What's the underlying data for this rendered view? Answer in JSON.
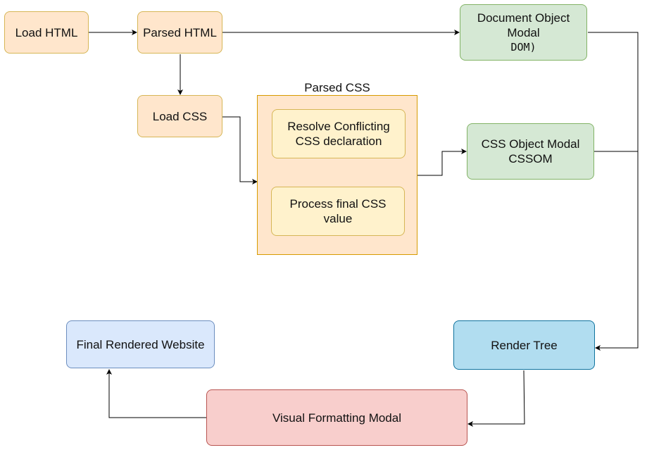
{
  "nodes": {
    "load_html": "Load HTML",
    "parsed_html": "Parsed HTML",
    "dom_line1": "Document Object",
    "dom_line2": "Modal",
    "dom_line3": "DOM)",
    "load_css": "Load CSS",
    "parsed_css_group": "Parsed CSS",
    "resolve_line1": "Resolve Conflicting",
    "resolve_line2": "CSS declaration",
    "process_line1": "Process final CSS",
    "process_line2": "value",
    "cssom_line1": "CSS Object Modal",
    "cssom_line2": "CSSOM",
    "render_tree": "Render Tree",
    "final_website": "Final Rendered Website",
    "visual_formatting": "Visual Formatting Modal"
  },
  "colors": {
    "orange": "#ffe6cc",
    "yellow": "#fff2cc",
    "green": "#d5e8d4",
    "blue": "#b1ddf0",
    "lightblue": "#dae8fc",
    "red": "#f8cecc",
    "edge": "#000000"
  }
}
